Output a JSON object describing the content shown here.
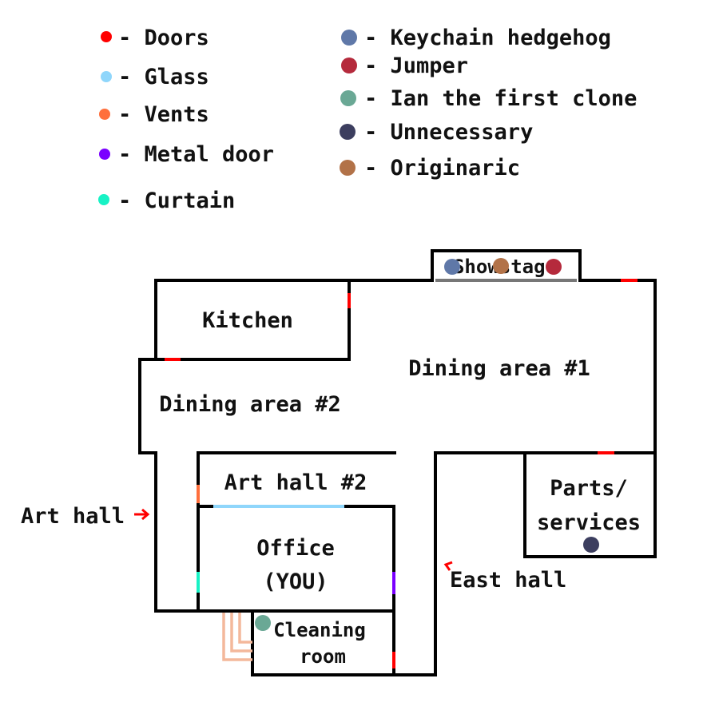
{
  "legend": {
    "left": [
      {
        "symbol": "Doors",
        "label": "- Doors",
        "color": "#ff0000"
      },
      {
        "symbol": "Glass",
        "label": "- Glass",
        "color": "#8fd6fb"
      },
      {
        "symbol": "Vents",
        "label": "- Vents",
        "color": "#ff6f3c"
      },
      {
        "symbol": "Metal door",
        "label": "- Metal door",
        "color": "#7a00ff"
      },
      {
        "symbol": "Curtain",
        "label": "- Curtain",
        "color": "#18f2c5"
      }
    ],
    "right": [
      {
        "symbol": "Keychain hedgehog",
        "label": "- Keychain hedgehog",
        "color": "#5f78a8"
      },
      {
        "symbol": "Jumper",
        "label": "- Jumper",
        "color": "#b52a3c"
      },
      {
        "symbol": "Ian the first clone",
        "label": "- Ian the first clone",
        "color": "#6aa895"
      },
      {
        "symbol": "Unnecessary",
        "label": "- Unnecessary",
        "color": "#3c3e5f"
      },
      {
        "symbol": "Originaric",
        "label": "- Originaric",
        "color": "#b27248"
      }
    ]
  },
  "rooms": {
    "showstage": "Showstage",
    "kitchen": "Kitchen",
    "dining1": "Dining area #1",
    "dining2": "Dining area #2",
    "art_hall2": "Art hall #2",
    "parts_line1": "Parts/",
    "parts_line2": "services",
    "office_line1": "Office",
    "office_line2": "(YOU)",
    "cleaning_line1": "Cleaning",
    "cleaning_line2": "room"
  },
  "pointers": {
    "art_hall": "Art hall",
    "east_hall": "East hall"
  },
  "colors": {
    "wall": "#000000",
    "door": "#ff0000",
    "glass": "#8fd6fb",
    "vent": "#ff6f3c",
    "vent_duct": "#f4b89b",
    "metal_door": "#7a00ff",
    "curtain": "#18f2c5",
    "stage_edge": "#777777",
    "arrow": "#ff0000"
  }
}
